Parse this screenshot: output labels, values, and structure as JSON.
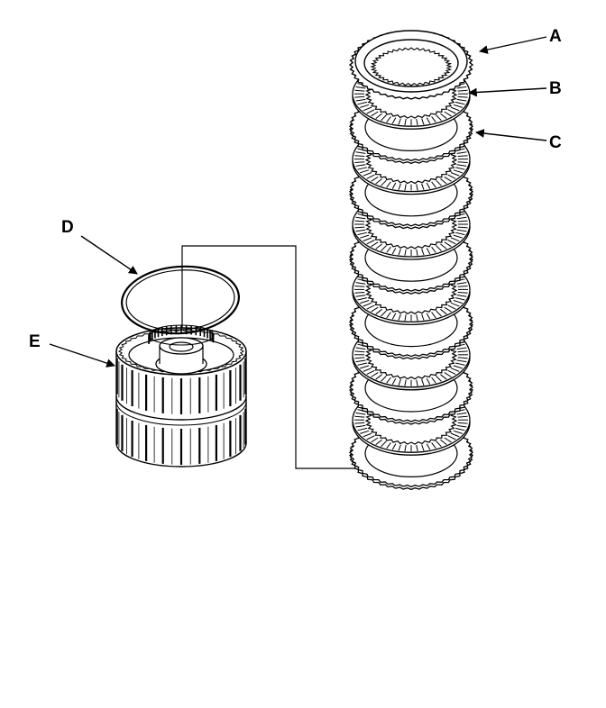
{
  "callouts": {
    "a": "A",
    "b": "B",
    "c": "C",
    "d": "D",
    "e": "E"
  },
  "parts": {
    "stack": [
      "end-plate",
      "friction-disc",
      "clutch-plate",
      "friction-disc",
      "clutch-plate",
      "friction-disc",
      "clutch-plate",
      "friction-disc",
      "clutch-plate",
      "friction-disc",
      "clutch-plate",
      "friction-disc",
      "bottom-plate"
    ]
  },
  "colors": {
    "line": "#000000",
    "background": "#ffffff"
  }
}
